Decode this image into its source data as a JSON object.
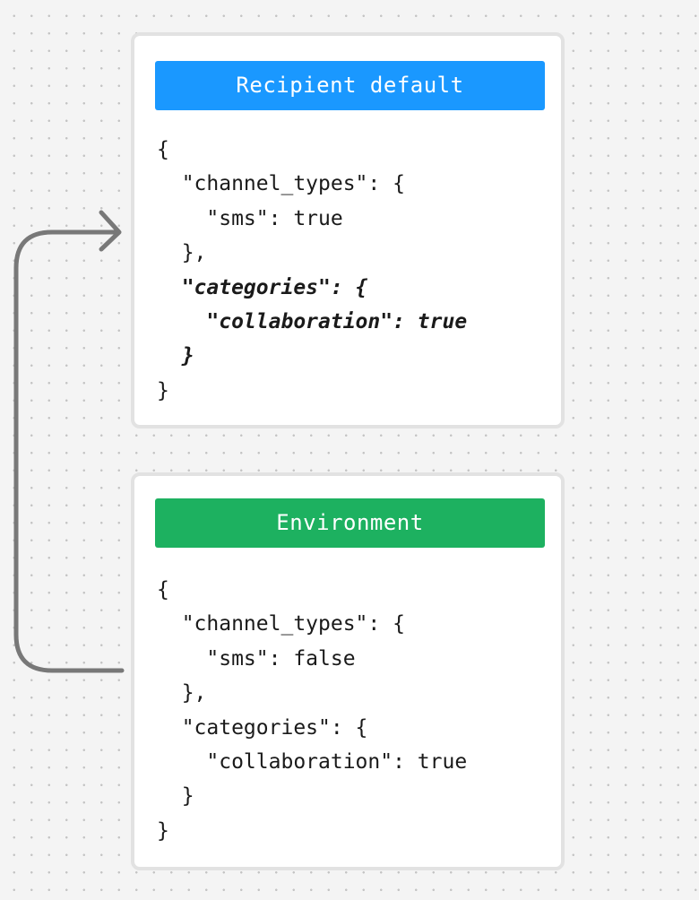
{
  "accent_colors": {
    "recipient_label": "#1a98ff",
    "environment_label": "#1db160",
    "connector": "#787878"
  },
  "recipient_card": {
    "label": "Recipient default",
    "lines": [
      "{",
      "  \"channel_types\": {",
      "    \"sms\": true",
      "  },",
      "  \"categories\": {",
      "    \"collaboration\": true",
      "  }",
      "}"
    ],
    "emphasized_lines": [
      4,
      5,
      6
    ]
  },
  "environment_card": {
    "label": "Environment",
    "lines": [
      "{",
      "  \"channel_types\": {",
      "    \"sms\": false",
      "  },",
      "  \"categories\": {",
      "    \"collaboration\": true",
      "  }",
      "}"
    ]
  }
}
